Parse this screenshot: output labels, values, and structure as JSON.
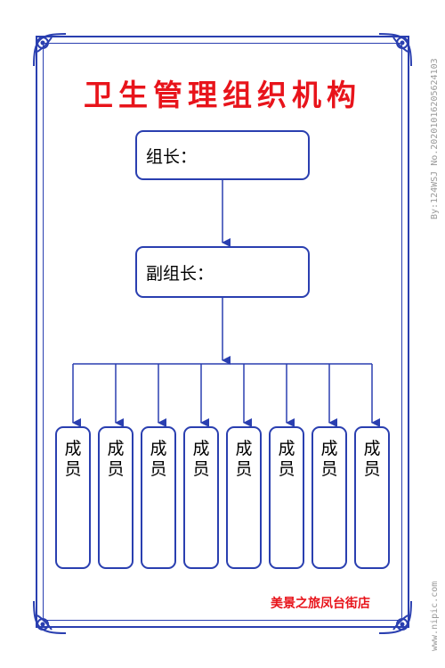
{
  "title": "卫生管理组织机构",
  "leader": {
    "label": "组长："
  },
  "deputy": {
    "label": "副组长："
  },
  "members": [
    {
      "label": "成员"
    },
    {
      "label": "成员"
    },
    {
      "label": "成员"
    },
    {
      "label": "成员"
    },
    {
      "label": "成员"
    },
    {
      "label": "成员"
    },
    {
      "label": "成员"
    },
    {
      "label": "成员"
    }
  ],
  "signature": "美景之旅凤台街店",
  "watermark": {
    "id_text": "By:124WSJ No.20201016205624103",
    "site_text": "www.nipic.com"
  },
  "colors": {
    "accent": "#2a3fb0",
    "title": "#e8141b"
  }
}
